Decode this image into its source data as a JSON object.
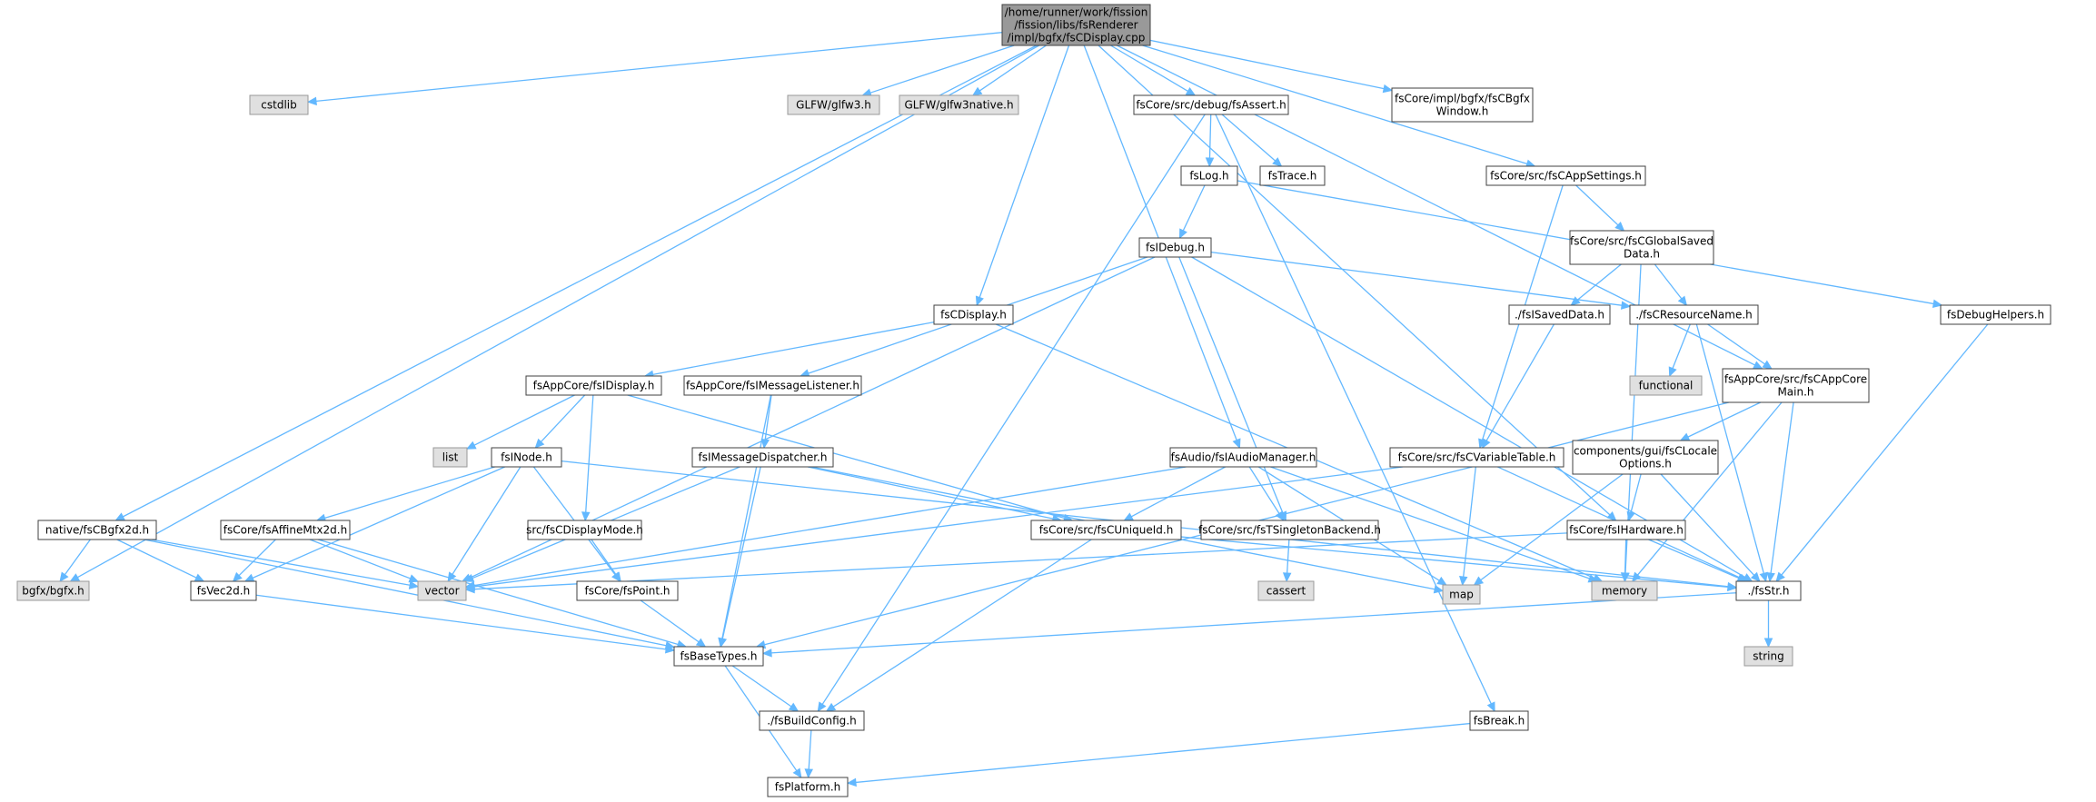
{
  "graph": {
    "colors": {
      "edge": "#63b8ff",
      "node_fill": "#ffffff",
      "node_border": "#404040",
      "root_fill": "#999999",
      "system_fill": "#e0e0e0",
      "system_border": "#999999"
    },
    "nodes": [
      {
        "id": "root",
        "kind": "root",
        "lines": [
          "/home/runner/work/fission",
          "/fission/libs/fsRenderer",
          "/impl/bgfx/fsCDisplay.cpp"
        ]
      },
      {
        "id": "bgfx",
        "kind": "system",
        "lines": [
          "bgfx/bgfx.h"
        ]
      },
      {
        "id": "cstdlib",
        "kind": "system",
        "lines": [
          "cstdlib"
        ]
      },
      {
        "id": "glfw3",
        "kind": "system",
        "lines": [
          "GLFW/glfw3.h"
        ]
      },
      {
        "id": "glfw3native",
        "kind": "system",
        "lines": [
          "GLFW/glfw3native.h"
        ]
      },
      {
        "id": "fsassert",
        "kind": "normal",
        "lines": [
          "fsCore/src/debug/fsAssert.h"
        ]
      },
      {
        "id": "bgfxwindow",
        "kind": "normal",
        "lines": [
          "fsCore/impl/bgfx/fsCBgfx",
          "Window.h"
        ]
      },
      {
        "id": "appsettings",
        "kind": "normal",
        "lines": [
          "fsCore/src/fsCAppSettings.h"
        ]
      },
      {
        "id": "fslog",
        "kind": "normal",
        "lines": [
          "fsLog.h"
        ]
      },
      {
        "id": "fstrace",
        "kind": "normal",
        "lines": [
          "fsTrace.h"
        ]
      },
      {
        "id": "globalsaved",
        "kind": "normal",
        "lines": [
          "fsCore/src/fsCGlobalSaved",
          "Data.h"
        ]
      },
      {
        "id": "fsidebug",
        "kind": "normal",
        "lines": [
          "fsIDebug.h"
        ]
      },
      {
        "id": "fscdisplay",
        "kind": "normal",
        "lines": [
          "fsCDisplay.h"
        ]
      },
      {
        "id": "isaveddata",
        "kind": "normal",
        "lines": [
          "./fsISavedData.h"
        ]
      },
      {
        "id": "resourcename",
        "kind": "normal",
        "lines": [
          "./fsCResourceName.h"
        ]
      },
      {
        "id": "debughelpers",
        "kind": "normal",
        "lines": [
          "fsDebugHelpers.h"
        ]
      },
      {
        "id": "functional",
        "kind": "system",
        "lines": [
          "functional"
        ]
      },
      {
        "id": "idisplay",
        "kind": "normal",
        "lines": [
          "fsAppCore/fsIDisplay.h"
        ]
      },
      {
        "id": "imsglistener",
        "kind": "normal",
        "lines": [
          "fsAppCore/fsIMessageListener.h"
        ]
      },
      {
        "id": "appcoremain",
        "kind": "normal",
        "lines": [
          "fsAppCore/src/fsCAppCore",
          "Main.h"
        ]
      },
      {
        "id": "list",
        "kind": "system",
        "lines": [
          "list"
        ]
      },
      {
        "id": "fsinode",
        "kind": "normal",
        "lines": [
          "fsINode.h"
        ]
      },
      {
        "id": "imsgdispatcher",
        "kind": "normal",
        "lines": [
          "fsIMessageDispatcher.h"
        ]
      },
      {
        "id": "audiomanager",
        "kind": "normal",
        "lines": [
          "fsAudio/fsIAudioManager.h"
        ]
      },
      {
        "id": "variabletable",
        "kind": "normal",
        "lines": [
          "fsCore/src/fsCVariableTable.h"
        ]
      },
      {
        "id": "localeoptions",
        "kind": "normal",
        "lines": [
          "components/gui/fsCLocale",
          "Options.h"
        ]
      },
      {
        "id": "cbgfx2d",
        "kind": "normal",
        "lines": [
          "native/fsCBgfx2d.h"
        ]
      },
      {
        "id": "affinemtx",
        "kind": "normal",
        "lines": [
          "fsCore/fsAffineMtx2d.h"
        ]
      },
      {
        "id": "displaymode",
        "kind": "normal",
        "lines": [
          "src/fsCDisplayMode.h"
        ]
      },
      {
        "id": "uniqueid",
        "kind": "normal",
        "lines": [
          "fsCore/src/fsCUniqueId.h"
        ]
      },
      {
        "id": "singletonbackend",
        "kind": "normal",
        "lines": [
          "fsCore/src/fsTSingletonBackend.h"
        ]
      },
      {
        "id": "map",
        "kind": "system",
        "lines": [
          "map"
        ]
      },
      {
        "id": "ihardware",
        "kind": "normal",
        "lines": [
          "fsCore/fsIHardware.h"
        ]
      },
      {
        "id": "vector",
        "kind": "system",
        "lines": [
          "vector"
        ]
      },
      {
        "id": "fsvec2d",
        "kind": "normal",
        "lines": [
          "fsVec2d.h"
        ]
      },
      {
        "id": "fspoint",
        "kind": "normal",
        "lines": [
          "fsCore/fsPoint.h"
        ]
      },
      {
        "id": "cassert",
        "kind": "system",
        "lines": [
          "cassert"
        ]
      },
      {
        "id": "memory",
        "kind": "system",
        "lines": [
          "memory"
        ]
      },
      {
        "id": "fsstr",
        "kind": "normal",
        "lines": [
          "./fsStr.h"
        ]
      },
      {
        "id": "string",
        "kind": "system",
        "lines": [
          "string"
        ]
      },
      {
        "id": "basetypes",
        "kind": "normal",
        "lines": [
          "fsBaseTypes.h"
        ]
      },
      {
        "id": "buildconfig",
        "kind": "normal",
        "lines": [
          "./fsBuildConfig.h"
        ]
      },
      {
        "id": "fsbreak",
        "kind": "normal",
        "lines": [
          "fsBreak.h"
        ]
      },
      {
        "id": "platform",
        "kind": "normal",
        "lines": [
          "fsPlatform.h"
        ]
      }
    ],
    "edges": [
      [
        "root",
        "bgfx"
      ],
      [
        "root",
        "cstdlib"
      ],
      [
        "root",
        "glfw3"
      ],
      [
        "root",
        "glfw3native"
      ],
      [
        "root",
        "fsassert"
      ],
      [
        "root",
        "bgfxwindow"
      ],
      [
        "root",
        "appsettings"
      ],
      [
        "root",
        "fscdisplay"
      ],
      [
        "root",
        "audiomanager"
      ],
      [
        "root",
        "cbgfx2d"
      ],
      [
        "root",
        "appcoremain"
      ],
      [
        "root",
        "ihardware"
      ],
      [
        "fsassert",
        "fslog"
      ],
      [
        "fsassert",
        "fstrace"
      ],
      [
        "fsassert",
        "buildconfig"
      ],
      [
        "fsassert",
        "fsbreak"
      ],
      [
        "fslog",
        "fsidebug"
      ],
      [
        "fslog",
        "debughelpers"
      ],
      [
        "fsidebug",
        "vector"
      ],
      [
        "fsidebug",
        "imsglistener"
      ],
      [
        "fsidebug",
        "singletonbackend"
      ],
      [
        "fsidebug",
        "resourcename"
      ],
      [
        "fsidebug",
        "fsstr"
      ],
      [
        "appsettings",
        "globalsaved"
      ],
      [
        "appsettings",
        "variabletable"
      ],
      [
        "globalsaved",
        "isaveddata"
      ],
      [
        "globalsaved",
        "resourcename"
      ],
      [
        "globalsaved",
        "memory"
      ],
      [
        "isaveddata",
        "variabletable"
      ],
      [
        "resourcename",
        "functional"
      ],
      [
        "resourcename",
        "appcoremain"
      ],
      [
        "resourcename",
        "fsstr"
      ],
      [
        "debughelpers",
        "fsstr"
      ],
      [
        "fscdisplay",
        "idisplay"
      ],
      [
        "fscdisplay",
        "memory"
      ],
      [
        "idisplay",
        "list"
      ],
      [
        "idisplay",
        "fsinode"
      ],
      [
        "idisplay",
        "displaymode"
      ],
      [
        "idisplay",
        "uniqueid"
      ],
      [
        "imsglistener",
        "imsgdispatcher"
      ],
      [
        "imsglistener",
        "basetypes"
      ],
      [
        "appcoremain",
        "basetypes"
      ],
      [
        "appcoremain",
        "localeoptions"
      ],
      [
        "appcoremain",
        "memory"
      ],
      [
        "appcoremain",
        "fsstr"
      ],
      [
        "fsinode",
        "affinemtx"
      ],
      [
        "fsinode",
        "fsvec2d"
      ],
      [
        "fsinode",
        "vector"
      ],
      [
        "fsinode",
        "fspoint"
      ],
      [
        "fsinode",
        "fsstr"
      ],
      [
        "imsgdispatcher",
        "vector"
      ],
      [
        "imsgdispatcher",
        "uniqueid"
      ],
      [
        "imsgdispatcher",
        "basetypes"
      ],
      [
        "imsgdispatcher",
        "map"
      ],
      [
        "audiomanager",
        "vector"
      ],
      [
        "audiomanager",
        "uniqueid"
      ],
      [
        "audiomanager",
        "singletonbackend"
      ],
      [
        "audiomanager",
        "map"
      ],
      [
        "audiomanager",
        "memory"
      ],
      [
        "variabletable",
        "map"
      ],
      [
        "variabletable",
        "fsstr"
      ],
      [
        "variabletable",
        "vector"
      ],
      [
        "localeoptions",
        "map"
      ],
      [
        "localeoptions",
        "ihardware"
      ],
      [
        "localeoptions",
        "fsstr"
      ],
      [
        "cbgfx2d",
        "bgfx"
      ],
      [
        "cbgfx2d",
        "fsvec2d"
      ],
      [
        "cbgfx2d",
        "vector"
      ],
      [
        "cbgfx2d",
        "basetypes"
      ],
      [
        "affinemtx",
        "fsvec2d"
      ],
      [
        "affinemtx",
        "vector"
      ],
      [
        "affinemtx",
        "basetypes"
      ],
      [
        "displaymode",
        "fspoint"
      ],
      [
        "uniqueid",
        "fsstr"
      ],
      [
        "uniqueid",
        "buildconfig"
      ],
      [
        "singletonbackend",
        "cassert"
      ],
      [
        "ihardware",
        "vector"
      ],
      [
        "ihardware",
        "memory"
      ],
      [
        "ihardware",
        "fsstr"
      ],
      [
        "fsvec2d",
        "basetypes"
      ],
      [
        "fspoint",
        "basetypes"
      ],
      [
        "fsstr",
        "string"
      ],
      [
        "fsstr",
        "basetypes"
      ],
      [
        "basetypes",
        "buildconfig"
      ],
      [
        "basetypes",
        "platform"
      ],
      [
        "buildconfig",
        "platform"
      ],
      [
        "fsbreak",
        "platform"
      ]
    ]
  }
}
